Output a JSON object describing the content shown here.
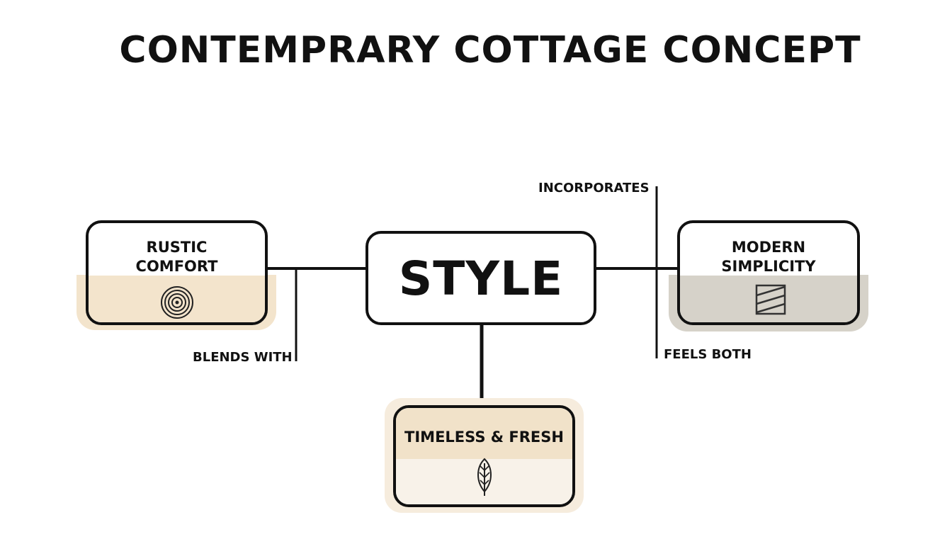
{
  "title": "CONTEMPRARY COTTAGE CONCEPT",
  "center_node": {
    "label": "STYLE"
  },
  "nodes": {
    "rustic": {
      "line1": "RUSTIC",
      "line2": "COMFORT",
      "icon": "spiral-icon",
      "color": "#f3e4cc"
    },
    "modern": {
      "line1": "MODERN",
      "line2": "SIMPLICITY",
      "icon": "striped-square-icon",
      "color": "#d6d2c9"
    },
    "timeless": {
      "label": "TIMELESS & FRESH",
      "icon": "leaf-icon",
      "color": "#f1e2c9",
      "color_light": "#f8f2e9"
    }
  },
  "connector_labels": {
    "blends": "BLENDS WITH",
    "incorporates": "INCORPORATES",
    "feels": "FEELS BOTH"
  },
  "colors": {
    "line": "#111111",
    "background": "#ffffff"
  }
}
